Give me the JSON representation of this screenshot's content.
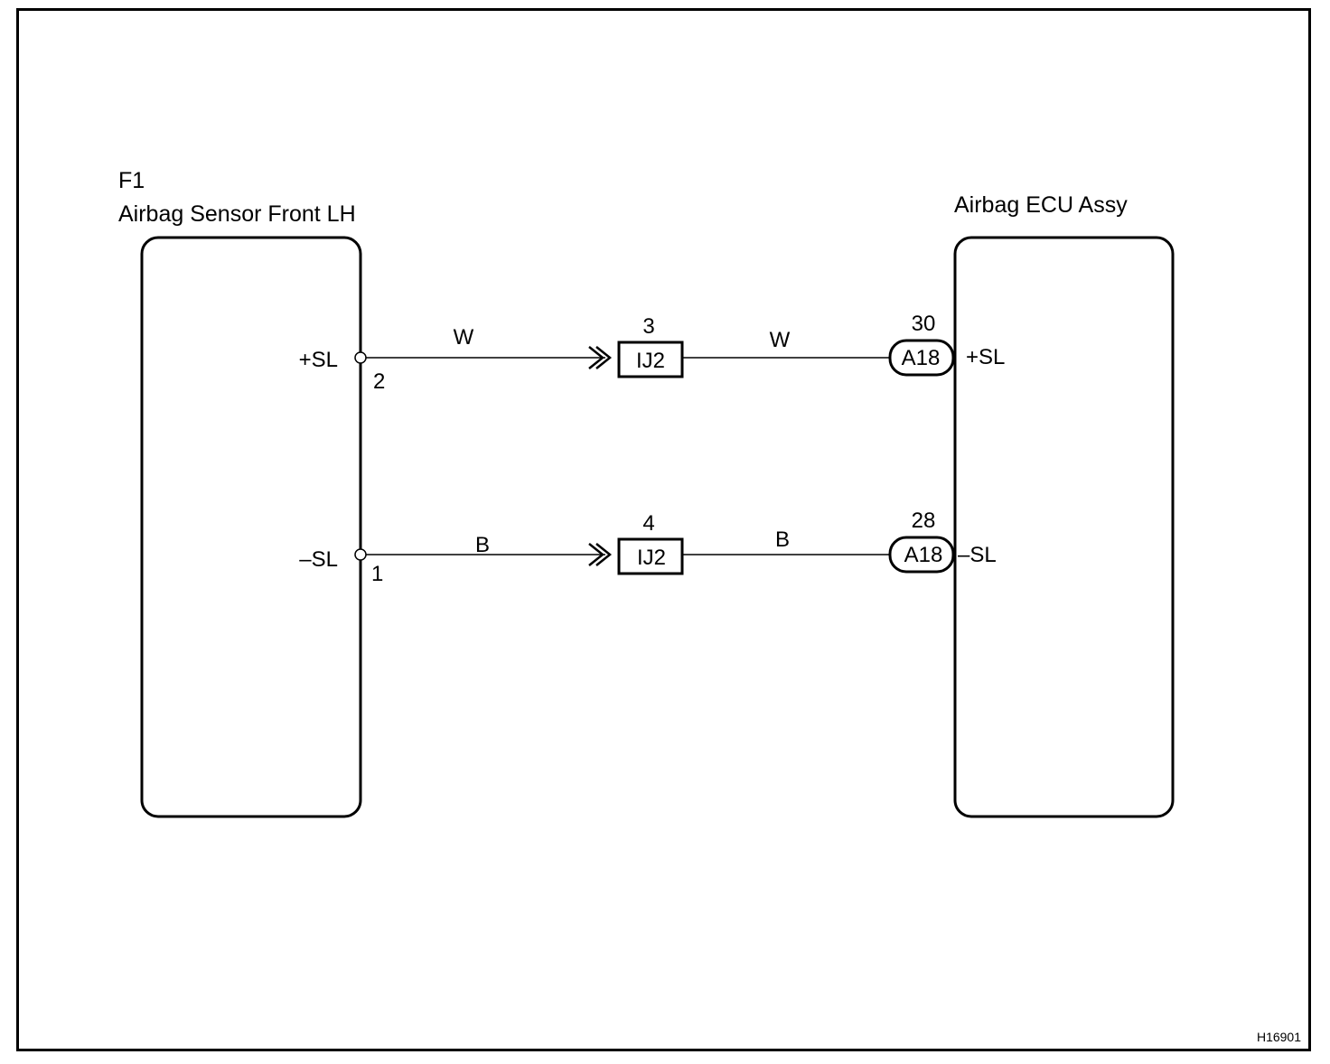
{
  "left_component": {
    "code": "F1",
    "name": "Airbag Sensor Front LH"
  },
  "right_component": {
    "name": "Airbag ECU Assy"
  },
  "circuits": [
    {
      "left_terminal_label": "+SL",
      "left_pin": "2",
      "wire_color_left": "W",
      "junction_pin": "3",
      "junction_connector": "IJ2",
      "wire_color_right": "W",
      "ecu_pin": "30",
      "ecu_connector": "A18",
      "ecu_terminal_label": "+SL"
    },
    {
      "left_terminal_label": "–SL",
      "left_pin": "1",
      "wire_color_left": "B",
      "junction_pin": "4",
      "junction_connector": "IJ2",
      "wire_color_right": "B",
      "ecu_pin": "28",
      "ecu_connector": "A18",
      "ecu_terminal_label": "–SL"
    }
  ],
  "figure_id": "H16901",
  "colors": {
    "ink": "#000000",
    "background": "#ffffff"
  }
}
